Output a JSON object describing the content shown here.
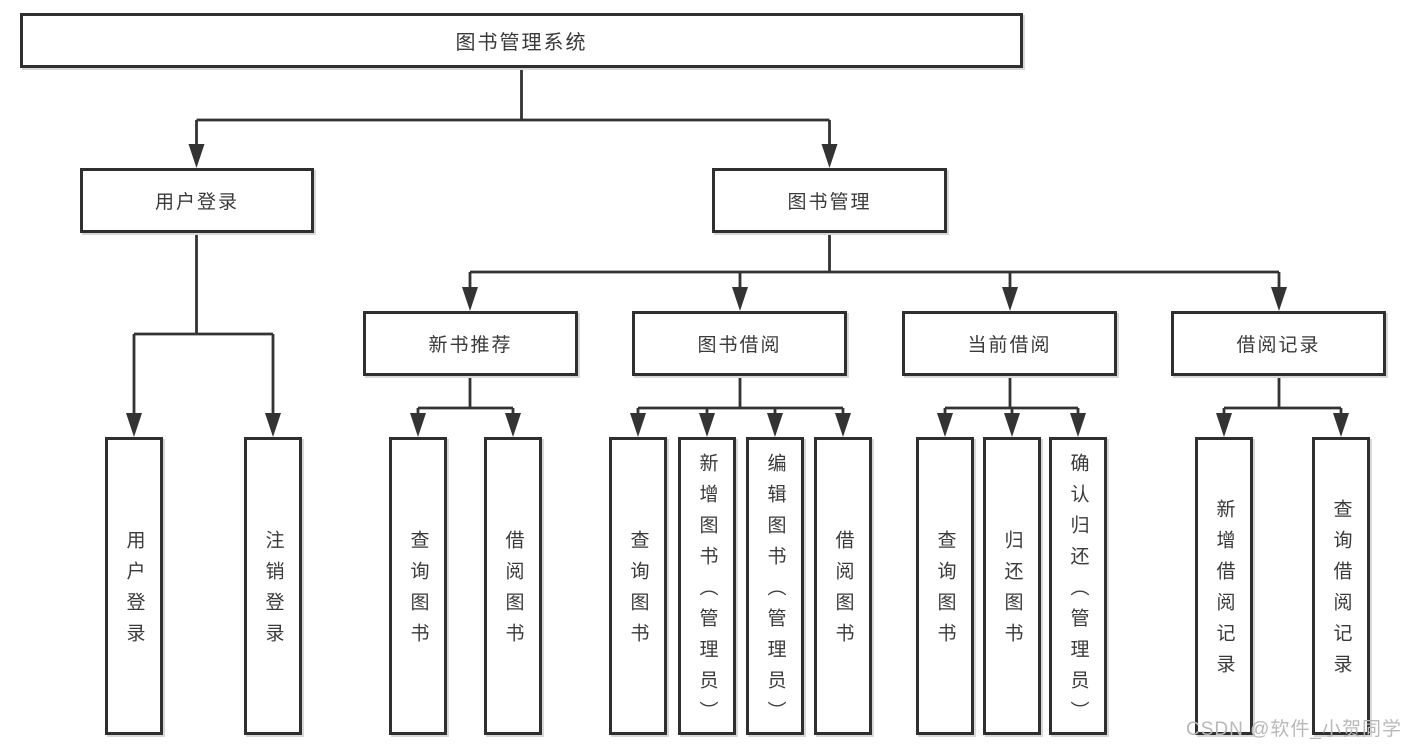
{
  "tree": {
    "root": {
      "label": "图书管理系统"
    },
    "level2": [
      {
        "label": "用户登录",
        "children": [
          {
            "label": "用户登录"
          },
          {
            "label": "注销登录"
          }
        ]
      },
      {
        "label": "图书管理",
        "children": [
          {
            "label": "新书推荐",
            "children": [
              {
                "label": "查询图书"
              },
              {
                "label": "借阅图书"
              }
            ]
          },
          {
            "label": "图书借阅",
            "children": [
              {
                "label": "查询图书"
              },
              {
                "label": "新增图书（管理员）"
              },
              {
                "label": "编辑图书（管理员）"
              },
              {
                "label": "借阅图书"
              }
            ]
          },
          {
            "label": "当前借阅",
            "children": [
              {
                "label": "查询图书"
              },
              {
                "label": "归还图书"
              },
              {
                "label": "确认归还（管理员）"
              }
            ]
          },
          {
            "label": "借阅记录",
            "children": [
              {
                "label": "新增借阅记录"
              },
              {
                "label": "查询借阅记录"
              }
            ]
          }
        ]
      }
    ]
  },
  "watermark": {
    "text": "CSDN @软件_小贺同学"
  },
  "colors": {
    "line": "#333333",
    "box_border": "#2f2f2f",
    "text": "#3a3a3a",
    "watermark": "#b9b9b9",
    "background": "#ffffff"
  }
}
